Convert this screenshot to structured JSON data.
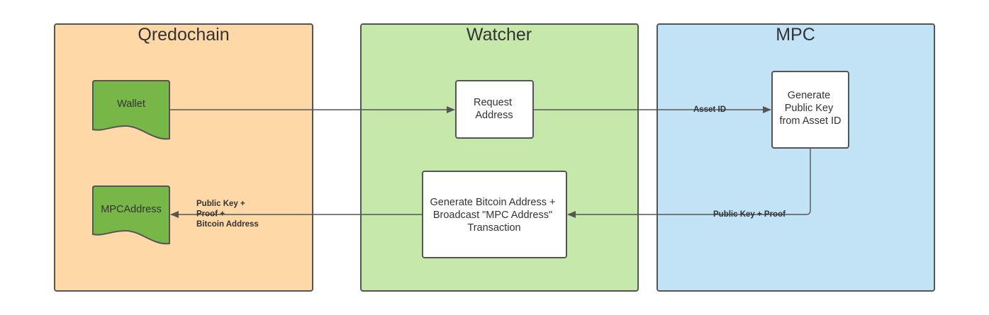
{
  "colors": {
    "lane_qredochain": "#fed8a7",
    "lane_watcher": "#c6e8ab",
    "lane_mpc": "#c2e3f6",
    "lane_border": "#555555",
    "doc_fill": "#76b748",
    "box_fill": "#ffffff",
    "connector": "#555555",
    "text": "#333333"
  },
  "lanes": {
    "qredochain": {
      "title": "Qredochain"
    },
    "watcher": {
      "title": "Watcher"
    },
    "mpc": {
      "title": "MPC"
    }
  },
  "nodes": {
    "wallet": {
      "shape": "document",
      "lines": [
        "Wallet"
      ]
    },
    "mpc_address": {
      "shape": "document",
      "lines": [
        "MPCAddress"
      ]
    },
    "request_address": {
      "shape": "process",
      "lines": [
        "Request",
        "Address"
      ]
    },
    "generate_bitcoin": {
      "shape": "process",
      "lines": [
        "Generate Bitcoin Address +",
        "Broadcast \"MPC Address\"",
        "Transaction"
      ]
    },
    "generate_public_key": {
      "shape": "process",
      "lines": [
        "Generate",
        "Public Key",
        "from Asset ID"
      ]
    }
  },
  "edges": {
    "wallet_to_request": {
      "from": "wallet",
      "to": "request_address",
      "lines": []
    },
    "request_to_generate_key": {
      "from": "request_address",
      "to": "generate_public_key",
      "lines": [
        "Asset ID"
      ]
    },
    "generate_key_to_bitcoin": {
      "from": "generate_public_key",
      "to": "generate_bitcoin",
      "lines": [
        "Public Key + Proof"
      ]
    },
    "bitcoin_to_mpc_address": {
      "from": "generate_bitcoin",
      "to": "mpc_address",
      "lines": [
        "Public Key +",
        "Proof +",
        "Bitcoin Address"
      ]
    }
  }
}
